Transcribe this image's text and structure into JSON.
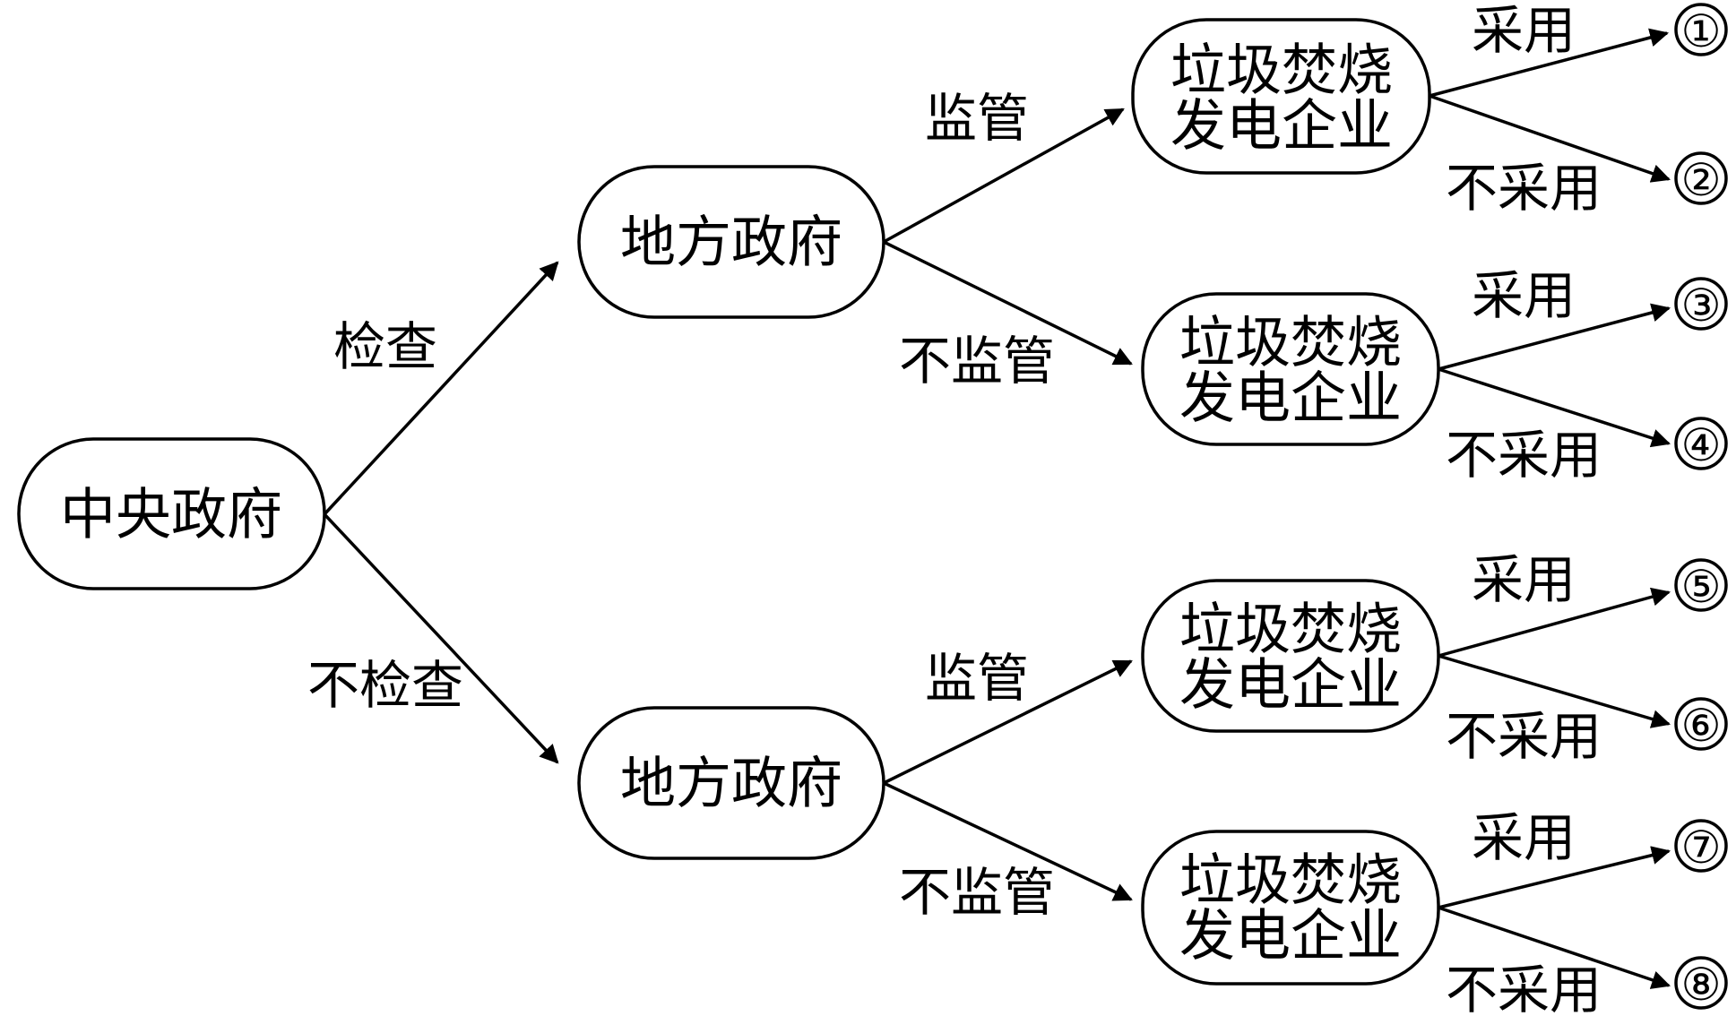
{
  "diagram": {
    "type": "game-tree",
    "nodes": [
      {
        "id": "central",
        "lines": [
          "中央政府"
        ]
      },
      {
        "id": "local_top",
        "lines": [
          "地方政府"
        ]
      },
      {
        "id": "local_bottom",
        "lines": [
          "地方政府"
        ]
      },
      {
        "id": "firm_1",
        "lines": [
          "垃圾焚烧",
          "发电企业"
        ]
      },
      {
        "id": "firm_2",
        "lines": [
          "垃圾焚烧",
          "发电企业"
        ]
      },
      {
        "id": "firm_3",
        "lines": [
          "垃圾焚烧",
          "发电企业"
        ]
      },
      {
        "id": "firm_4",
        "lines": [
          "垃圾焚烧",
          "发电企业"
        ]
      }
    ],
    "outcomes": [
      "①",
      "②",
      "③",
      "④",
      "⑤",
      "⑥",
      "⑦",
      "⑧"
    ],
    "edges": [
      {
        "from": "central",
        "to": "local_top",
        "label": "检查"
      },
      {
        "from": "central",
        "to": "local_bottom",
        "label": "不检查"
      },
      {
        "from": "local_top",
        "to": "firm_1",
        "label": "监管"
      },
      {
        "from": "local_top",
        "to": "firm_2",
        "label": "不监管"
      },
      {
        "from": "local_bottom",
        "to": "firm_3",
        "label": "监管"
      },
      {
        "from": "local_bottom",
        "to": "firm_4",
        "label": "不监管"
      },
      {
        "from": "firm_1",
        "to": "outcome_1",
        "label": "采用"
      },
      {
        "from": "firm_1",
        "to": "outcome_2",
        "label": "不采用"
      },
      {
        "from": "firm_2",
        "to": "outcome_3",
        "label": "采用"
      },
      {
        "from": "firm_2",
        "to": "outcome_4",
        "label": "不采用"
      },
      {
        "from": "firm_3",
        "to": "outcome_5",
        "label": "采用"
      },
      {
        "from": "firm_3",
        "to": "outcome_6",
        "label": "不采用"
      },
      {
        "from": "firm_4",
        "to": "outcome_7",
        "label": "采用"
      },
      {
        "from": "firm_4",
        "to": "outcome_8",
        "label": "不采用"
      }
    ]
  }
}
